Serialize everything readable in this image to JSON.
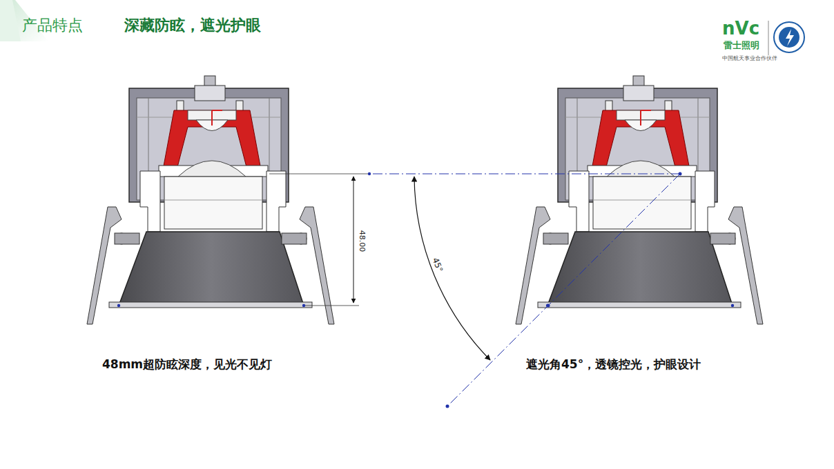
{
  "diagram": {
    "title": "产品特点",
    "labels": [
      "深藏防眩，遮光护眼",
      "nVc",
      "雷士照明",
      "中国航天事业合作伙伴",
      "48.00",
      "45°",
      "48mm超防眩深度，见光不见灯",
      "遮光角45°，透镜控光，护眼设计"
    ]
  }
}
